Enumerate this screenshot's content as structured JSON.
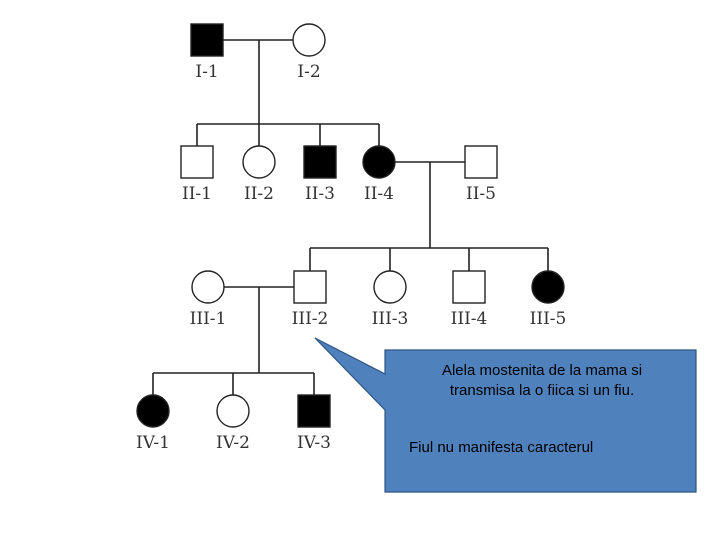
{
  "colors": {
    "affected": "#000000",
    "unaffected": "#ffffff",
    "line": "#222222",
    "callout_fill": "#4f81bd",
    "callout_stroke": "#2f5684"
  },
  "pedigree": {
    "individuals": [
      {
        "id": "I-1",
        "label": "I-1",
        "sex": "male",
        "affected": true
      },
      {
        "id": "I-2",
        "label": "I-2",
        "sex": "female",
        "affected": false
      },
      {
        "id": "II-1",
        "label": "II-1",
        "sex": "male",
        "affected": false
      },
      {
        "id": "II-2",
        "label": "II-2",
        "sex": "female",
        "affected": false
      },
      {
        "id": "II-3",
        "label": "II-3",
        "sex": "male",
        "affected": true
      },
      {
        "id": "II-4",
        "label": "II-4",
        "sex": "female",
        "affected": true
      },
      {
        "id": "II-5",
        "label": "II-5",
        "sex": "male",
        "affected": false
      },
      {
        "id": "III-1",
        "label": "III-1",
        "sex": "female",
        "affected": false
      },
      {
        "id": "III-2",
        "label": "III-2",
        "sex": "male",
        "affected": false
      },
      {
        "id": "III-3",
        "label": "III-3",
        "sex": "female",
        "affected": false
      },
      {
        "id": "III-4",
        "label": "III-4",
        "sex": "male",
        "affected": false
      },
      {
        "id": "III-5",
        "label": "III-5",
        "sex": "female",
        "affected": true
      },
      {
        "id": "IV-1",
        "label": "IV-1",
        "sex": "female",
        "affected": true
      },
      {
        "id": "IV-2",
        "label": "IV-2",
        "sex": "female",
        "affected": false
      },
      {
        "id": "IV-3",
        "label": "IV-3",
        "sex": "male",
        "affected": true
      }
    ]
  },
  "callout": {
    "line1": "Alela mostenita de la mama si",
    "line2": "transmisa la o fiica si un fiu.",
    "line3": "Fiul nu manifesta caracterul"
  }
}
